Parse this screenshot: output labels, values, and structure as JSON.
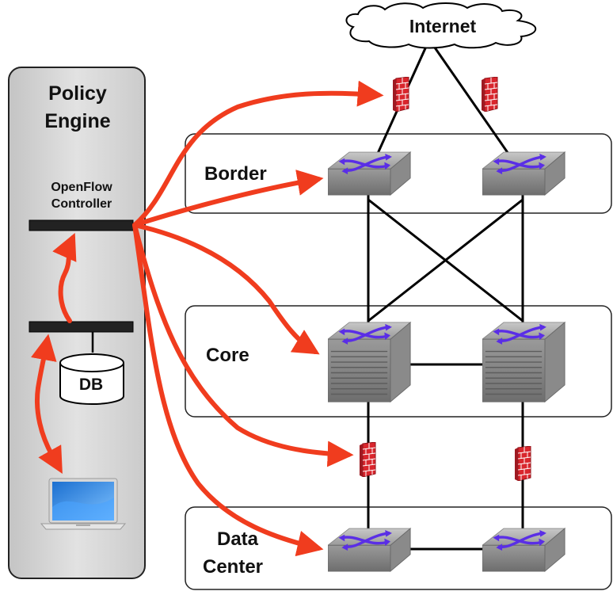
{
  "policy_engine": {
    "title_line1": "Policy",
    "title_line2": "Engine",
    "controller_line1": "OpenFlow",
    "controller_line2": "Controller",
    "database_label": "DB"
  },
  "cloud_label": "Internet",
  "zones": {
    "border": "Border",
    "core": "Core",
    "datacenter_line1": "Data",
    "datacenter_line2": "Center"
  },
  "icons": {
    "switch": "network-switch-icon",
    "core_switch": "core-switch-icon",
    "firewall": "firewall-icon",
    "laptop": "laptop-icon",
    "database": "database-icon",
    "cloud": "cloud-icon"
  },
  "colors": {
    "control_arrows": "#f03c1e",
    "panel_fill": "#dcdcdc",
    "firewall": "#d9262d",
    "switch_arrows": "#5a2ee6",
    "links": "#000000"
  }
}
